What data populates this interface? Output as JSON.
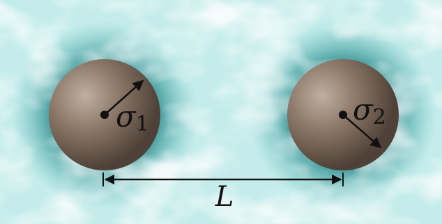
{
  "labels": {
    "sphere1_symbol": "σ",
    "sphere1_subscript": "1",
    "sphere2_symbol": "σ",
    "sphere2_subscript": "2",
    "distance": "L"
  },
  "colors": {
    "fluid_light": "#c3ecea",
    "fluid_dark": "#0d6b6f",
    "sphere_highlight": "#bfb0a2",
    "sphere_mid": "#8e7a6a",
    "sphere_shadow": "#4f4137",
    "ink": "#111111"
  }
}
